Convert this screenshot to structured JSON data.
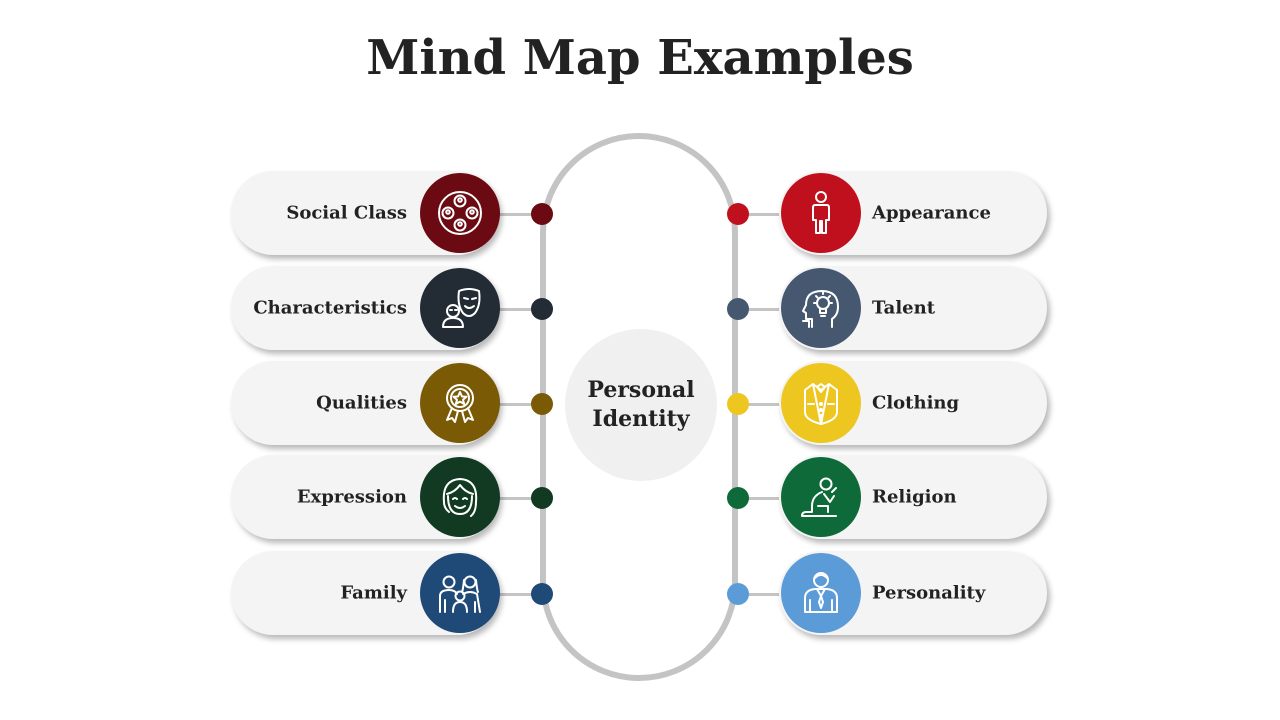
{
  "title": "Mind Map Examples",
  "center": {
    "label": "Personal Identity"
  },
  "left_items": [
    {
      "label": "Social Class",
      "color": "#6b0a12",
      "icon": "group-icon"
    },
    {
      "label": "Characteristics",
      "color": "#232b35",
      "icon": "theater-mask-icon"
    },
    {
      "label": "Qualities",
      "color": "#7a5a05",
      "icon": "award-badge-icon"
    },
    {
      "label": "Expression",
      "color": "#123a22",
      "icon": "face-icon"
    },
    {
      "label": "Family",
      "color": "#1f4a78",
      "icon": "family-icon"
    }
  ],
  "right_items": [
    {
      "label": "Appearance",
      "color": "#c0101e",
      "icon": "person-icon"
    },
    {
      "label": "Talent",
      "color": "#465870",
      "icon": "head-lightbulb-icon"
    },
    {
      "label": "Clothing",
      "color": "#eec620",
      "icon": "vest-icon"
    },
    {
      "label": "Religion",
      "color": "#0f6a3a",
      "icon": "praying-person-icon"
    },
    {
      "label": "Personality",
      "color": "#5b9bd8",
      "icon": "businessman-icon"
    }
  ],
  "colors": {
    "loop": "#c4c4c4",
    "pill": "#f4f4f4",
    "center": "#f0f0f0"
  }
}
